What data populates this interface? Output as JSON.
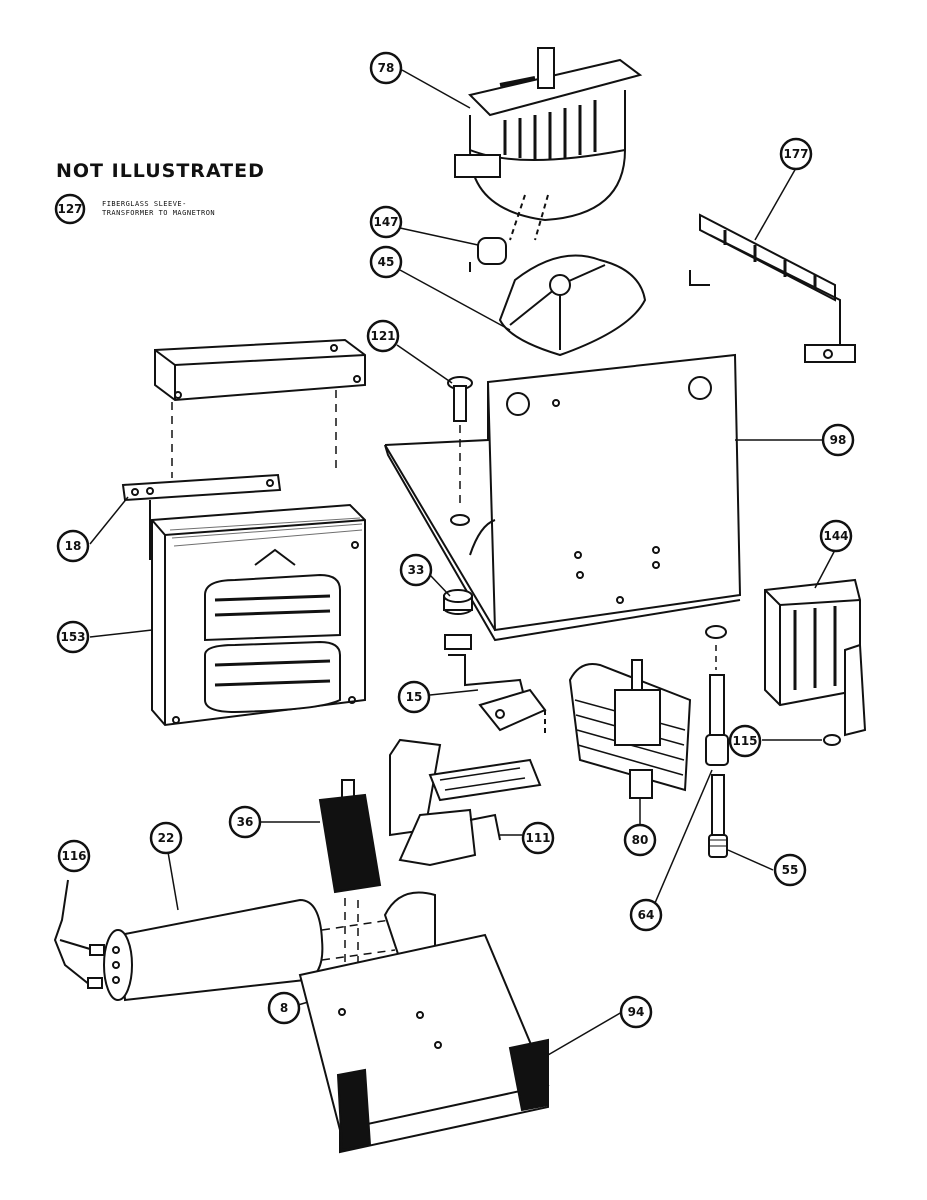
{
  "header": {
    "title": "NOT ILLUSTRATED",
    "note_ref": "127",
    "note_lines": [
      "FIBERGLASS SLEEVE-",
      "TRANSFORMER TO MAGNETRON"
    ]
  },
  "callouts": [
    {
      "id": "c78",
      "label": "78"
    },
    {
      "id": "c177",
      "label": "177"
    },
    {
      "id": "c147",
      "label": "147"
    },
    {
      "id": "c45",
      "label": "45"
    },
    {
      "id": "c121",
      "label": "121"
    },
    {
      "id": "c98",
      "label": "98"
    },
    {
      "id": "c18",
      "label": "18"
    },
    {
      "id": "c153",
      "label": "153"
    },
    {
      "id": "c33",
      "label": "33"
    },
    {
      "id": "c144",
      "label": "144"
    },
    {
      "id": "c15",
      "label": "15"
    },
    {
      "id": "c115",
      "label": "115"
    },
    {
      "id": "c36",
      "label": "36"
    },
    {
      "id": "c111",
      "label": "111"
    },
    {
      "id": "c80",
      "label": "80"
    },
    {
      "id": "c55",
      "label": "55"
    },
    {
      "id": "c116",
      "label": "116"
    },
    {
      "id": "c22",
      "label": "22"
    },
    {
      "id": "c64",
      "label": "64"
    },
    {
      "id": "c8",
      "label": "8"
    },
    {
      "id": "c94",
      "label": "94"
    }
  ]
}
